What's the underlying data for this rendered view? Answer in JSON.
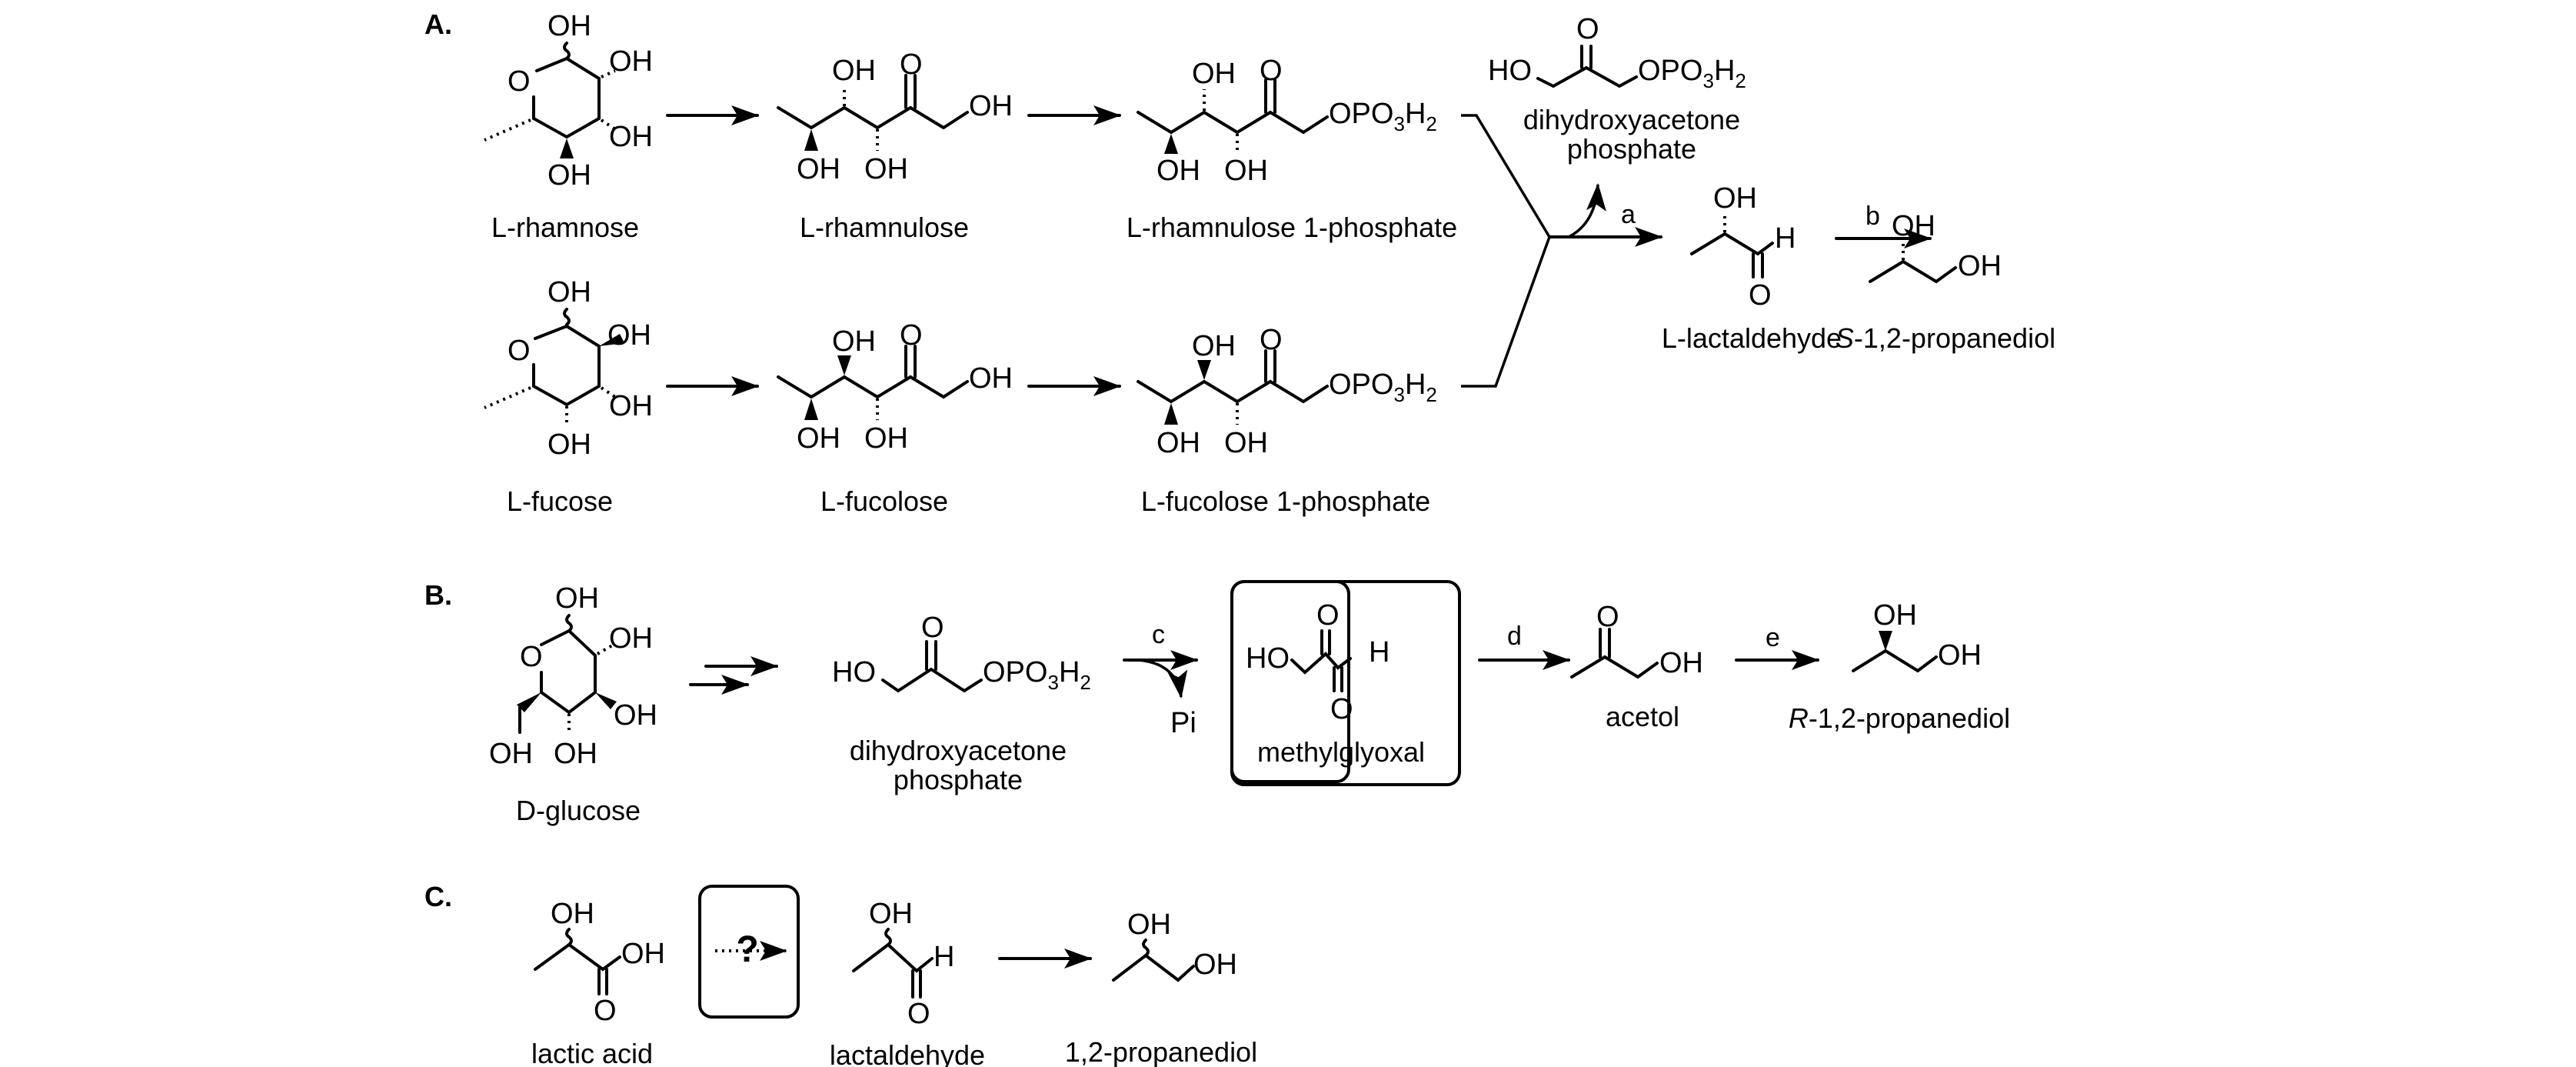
{
  "figure": {
    "sections": [
      {
        "id": "A",
        "label": "A."
      },
      {
        "id": "B",
        "label": "B."
      },
      {
        "id": "C",
        "label": "C."
      }
    ],
    "atoms": {
      "OH": "OH",
      "HO": "HO",
      "O": "O",
      "H": "H",
      "OPO3H2_main": "OPO",
      "OPO3H2_sub3": "3",
      "OPO3H2_H": "H",
      "OPO3H2_sub2": "2",
      "Pi": "Pi",
      "question": "?"
    },
    "section_A": {
      "rhamnose": {
        "name": "L-rhamnose"
      },
      "rhamnulose": {
        "name": "L-rhamnulose"
      },
      "rhamnulose_1p": {
        "name": "L-rhamnulose 1-phosphate"
      },
      "fucose": {
        "name": "L-fucose"
      },
      "fucolose": {
        "name": "L-fucolose"
      },
      "fucolose_1p": {
        "name": "L-fucolose 1-phosphate"
      },
      "dhap": {
        "name_line1": "dihydroxyacetone",
        "name_line2": "phosphate"
      },
      "lactaldehyde": {
        "name": "L-lactaldehyde"
      },
      "propanediol": {
        "name_prefix": "S",
        "name_rest": "-1,2-propanediol"
      },
      "steps": {
        "a": "a",
        "b": "b"
      }
    },
    "section_B": {
      "glucose": {
        "name": "D-glucose"
      },
      "dhap": {
        "name_line1": "dihydroxyacetone",
        "name_line2": "phosphate"
      },
      "methylglyoxal": {
        "name": "methylglyoxal"
      },
      "acetol": {
        "name": "acetol"
      },
      "propanediol": {
        "name_prefix": "R",
        "name_rest": "-1,2-propanediol"
      },
      "steps": {
        "c": "c",
        "d": "d",
        "e": "e"
      }
    },
    "section_C": {
      "lactic_acid": {
        "name": "lactic acid"
      },
      "lactaldehyde": {
        "name": "lactaldehyde"
      },
      "propanediol": {
        "name": "1,2-propanediol"
      }
    }
  }
}
